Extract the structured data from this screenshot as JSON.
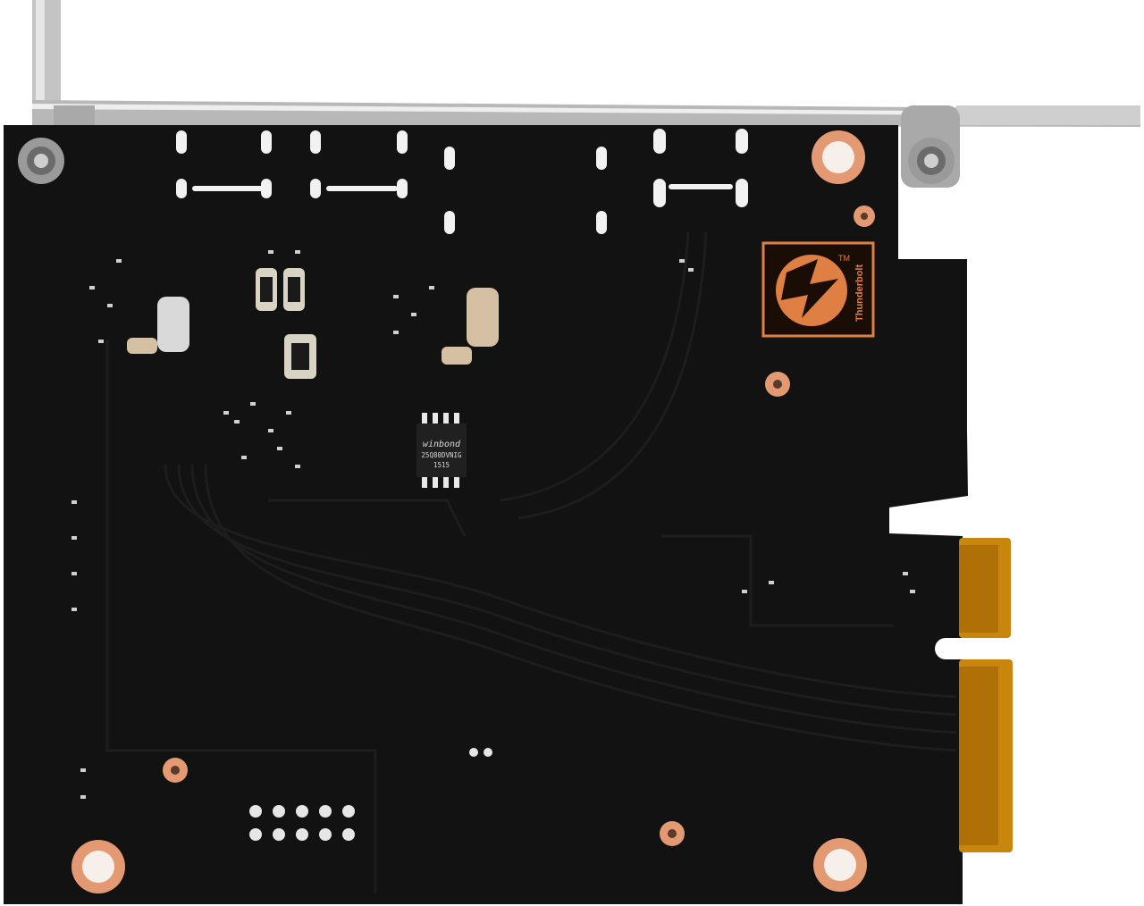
{
  "photo": {
    "subject": "Thunderbolt PCIe expansion card, rear side",
    "colors": {
      "background": "#ffffff",
      "pcb": "#121212",
      "pcb_edge": "#0b0b0b",
      "trace": "#1f1f1f",
      "copper": "#e39a72",
      "gold": "#c9860d",
      "bracket": "#b9b9b9",
      "logo_orange": "#e07f43"
    },
    "logo": {
      "brand": "Thunderbolt",
      "trademark": "TM"
    },
    "flash_chip": {
      "line1": "winbond",
      "line2": "25Q80DVNIG",
      "line3": "1515"
    },
    "icons": {
      "logo": "thunderbolt-bolt-icon",
      "mounting_hole": "mounting-hole-icon",
      "gold_fingers": "pcie-connector-icon"
    }
  }
}
